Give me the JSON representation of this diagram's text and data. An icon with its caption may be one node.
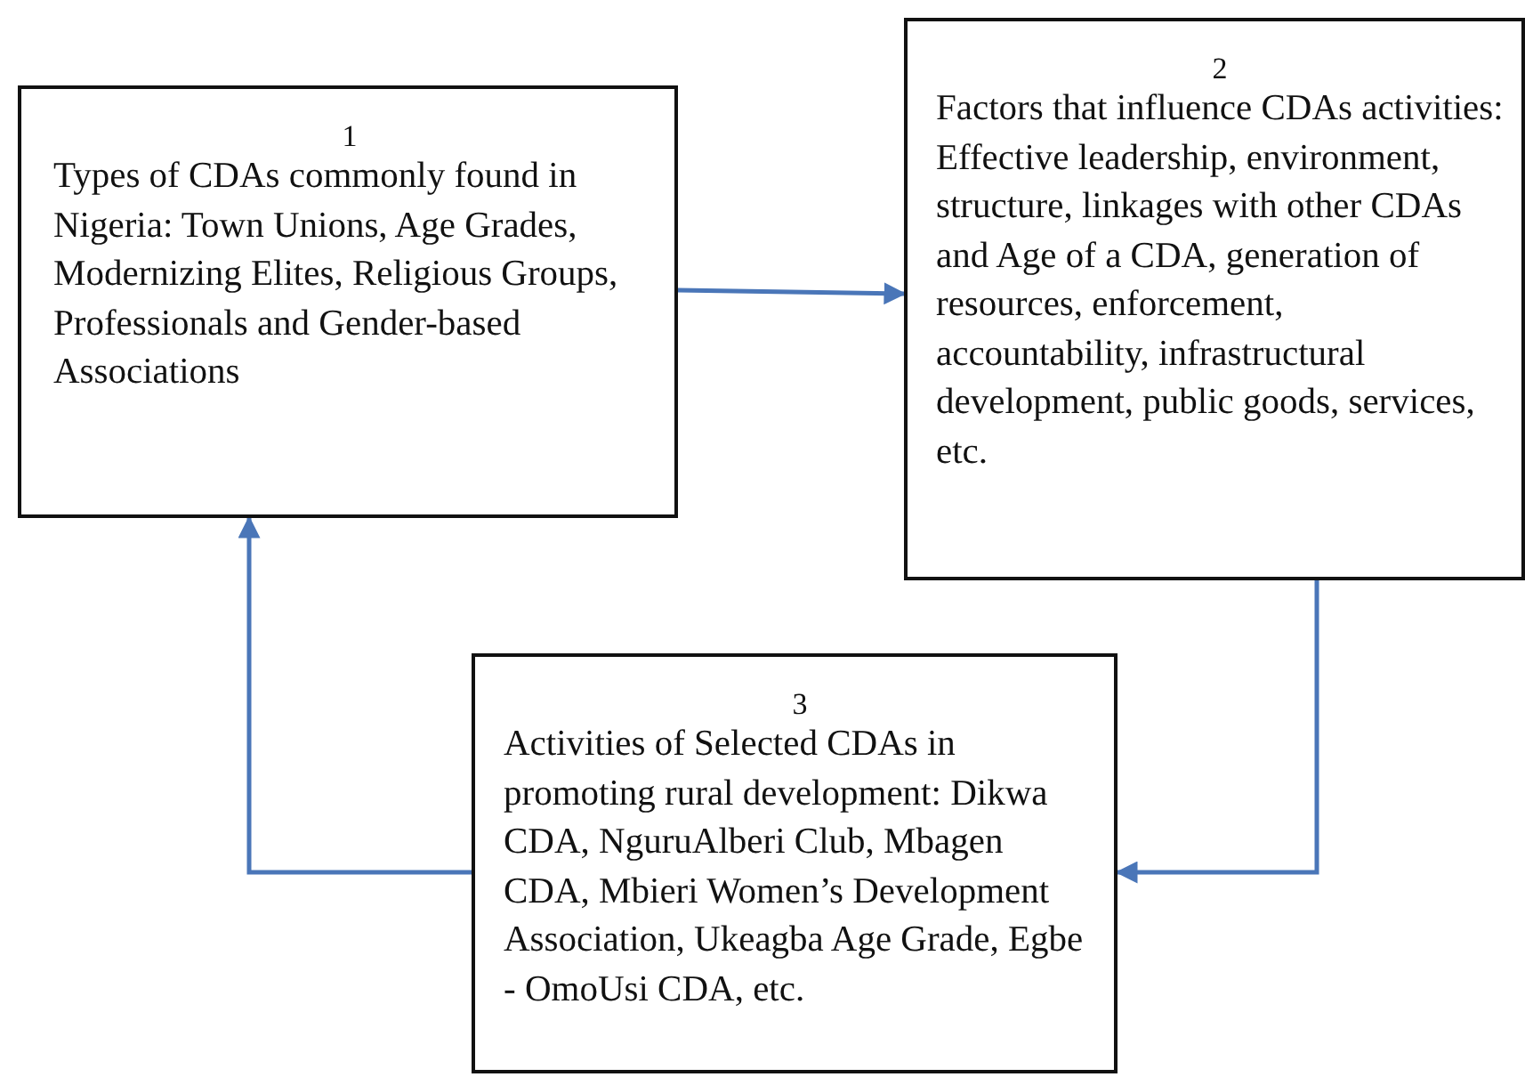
{
  "diagram": {
    "nodes": [
      {
        "text": [
          "1",
          "Types of CDAs commonly found in Nigeria: Town Unions, Age Grades, Modernizing Elites, Religious Groups, Professionals and Gender-based Associations"
        ]
      },
      {
        "text": [
          "2",
          "Factors that influence CDAs activities: Effective leadership, environment, structure, linkages with other CDAs and Age of a CDA, generation of resources, enforcement, accountability, infrastructural development, public goods, services, etc."
        ]
      },
      {
        "text": [
          "3",
          "Activities of Selected CDAs in promoting rural development: Dikwa CDA, NguruAlberi Club, Mbagen CDA, Mbieri Women’s Development Association, Ukeagba Age Grade, Egbe - OmoUsi CDA, etc."
        ]
      }
    ],
    "edges": [
      {
        "from": 0,
        "to": 1,
        "arrow": "to"
      },
      {
        "from": 1,
        "to": 2,
        "arrow": "to"
      },
      {
        "from": 2,
        "to": 0,
        "arrow": "to"
      }
    ]
  }
}
